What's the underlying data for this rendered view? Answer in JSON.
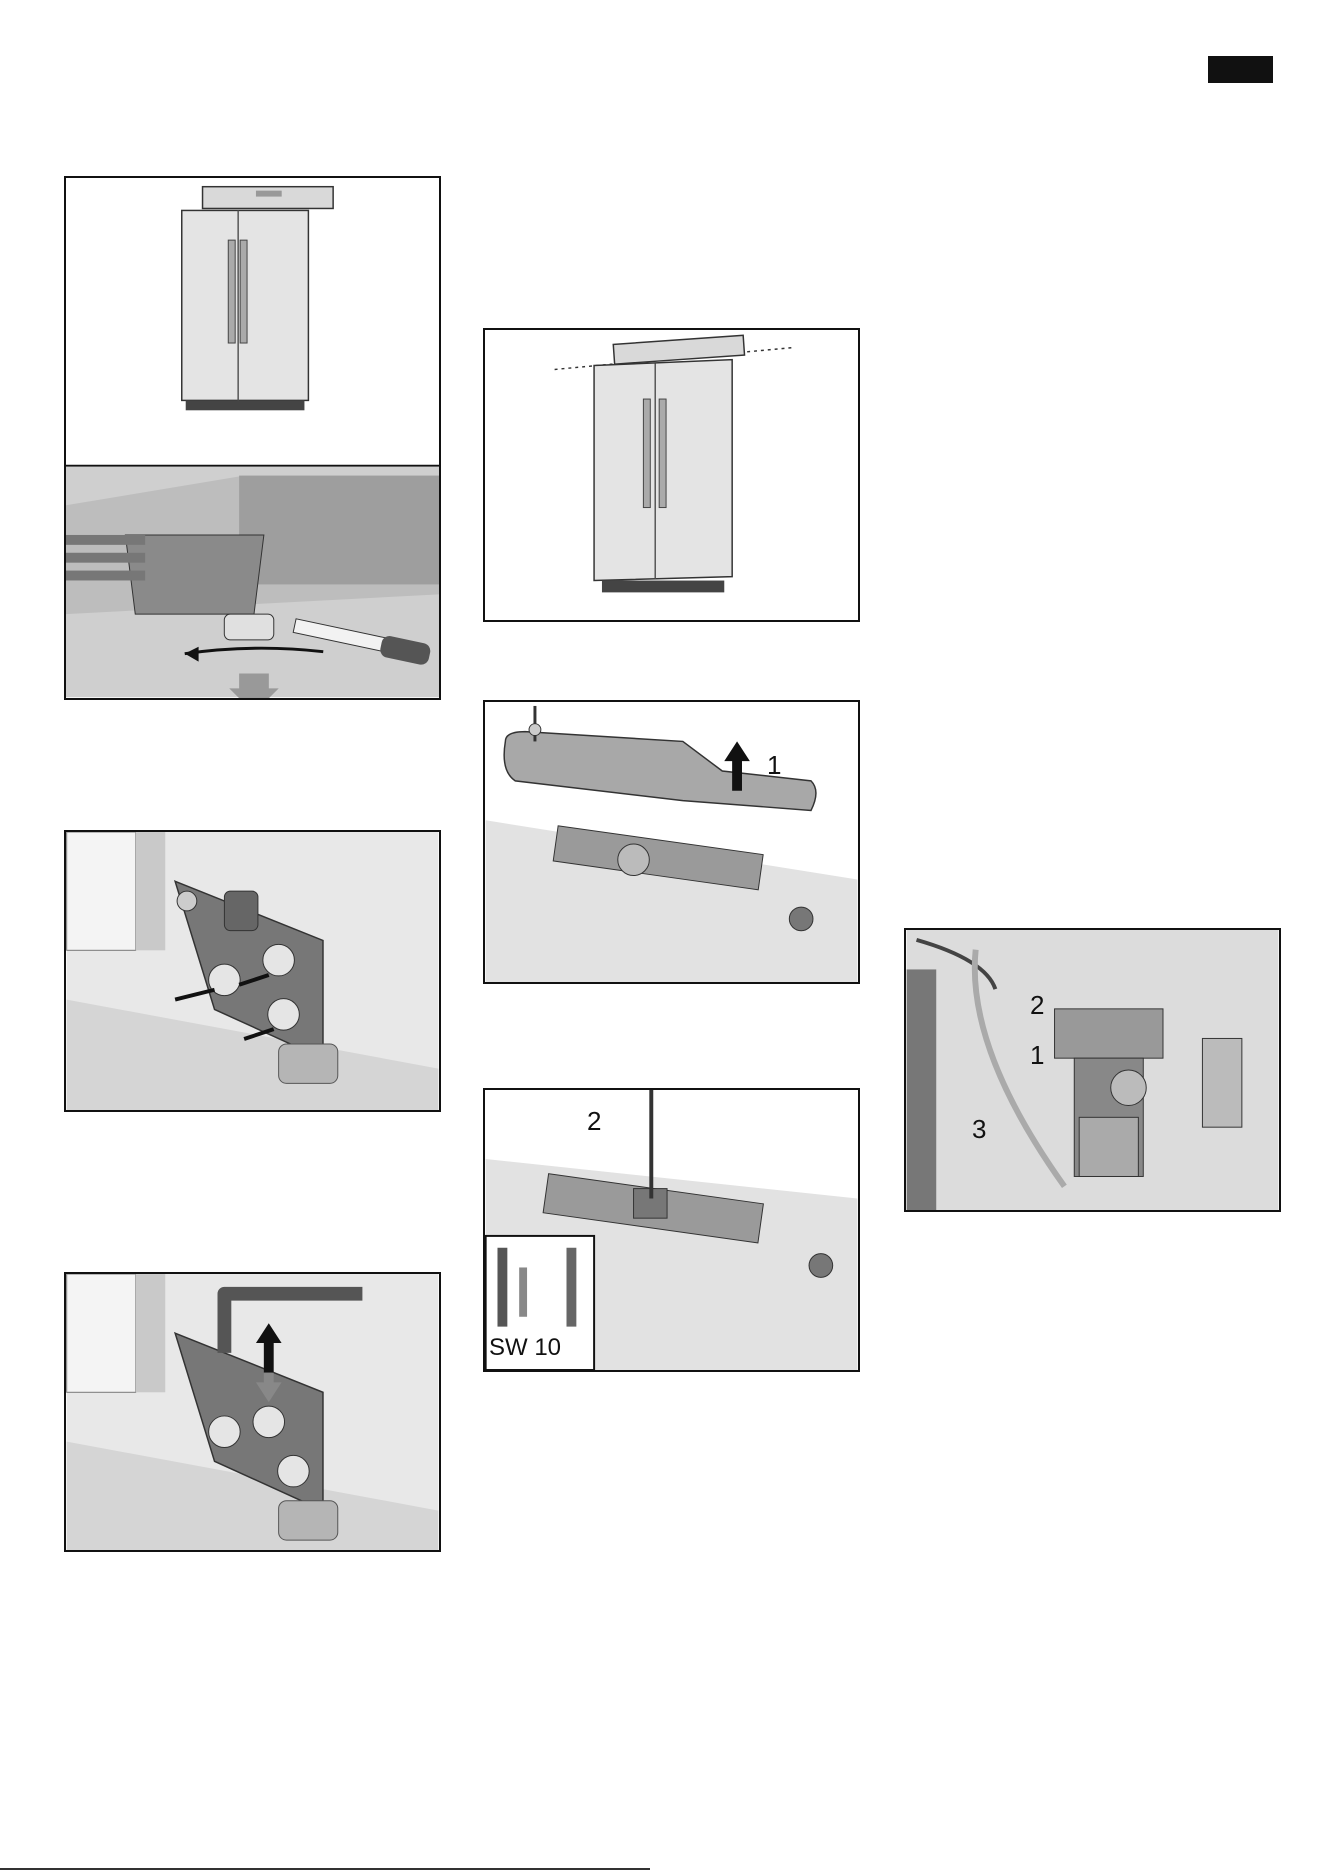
{
  "page": {
    "language_tab_color": "#111111"
  },
  "figures": {
    "feet_adjustment": {
      "icons": [
        "refrigerator-icon",
        "spirit-level-icon",
        "screwdriver-icon",
        "rotation-arrow-icon"
      ]
    },
    "hinge_bolts": {
      "icons": [
        "hinge-icon",
        "bolt-icon",
        "arrow-icon"
      ]
    },
    "hinge_allen_key": {
      "icons": [
        "allen-key-icon",
        "up-down-arrow-icon"
      ]
    },
    "level_check": {
      "icons": [
        "refrigerator-icon",
        "spirit-level-icon"
      ]
    },
    "top_cover": {
      "callouts": [
        "1"
      ],
      "icons": [
        "cover-icon",
        "screw-icon",
        "up-arrow-icon"
      ]
    },
    "hinge_nut": {
      "callouts": [
        "2"
      ],
      "tool_label": "SW 10",
      "icons": [
        "wrench-icon",
        "socket-icon",
        "screwdriver-icon"
      ]
    },
    "water_valve": {
      "callouts": [
        "2",
        "1",
        "3"
      ],
      "icons": [
        "valve-icon",
        "hose-icon",
        "cable-icon"
      ]
    }
  }
}
